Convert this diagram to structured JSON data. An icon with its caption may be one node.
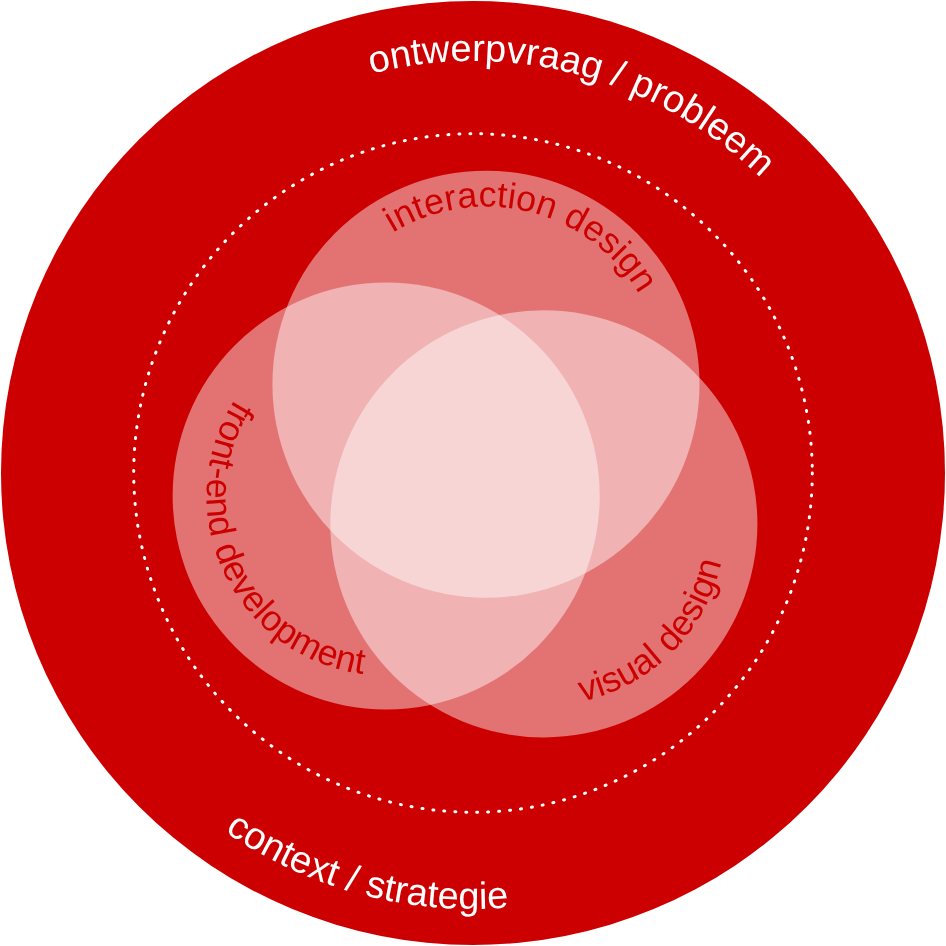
{
  "diagram": {
    "nodes": [
      {
        "text": [
          "ontwerpvraag / probleem",
          "context / strategie"
        ]
      },
      {
        "text": [],
        "shape": "circle",
        "in": 0
      },
      {
        "text": [
          "interaction design"
        ],
        "in": 1
      },
      {
        "text": [
          "front-end development"
        ],
        "in": 1
      },
      {
        "text": [
          "visual design"
        ],
        "in": 1
      }
    ]
  }
}
